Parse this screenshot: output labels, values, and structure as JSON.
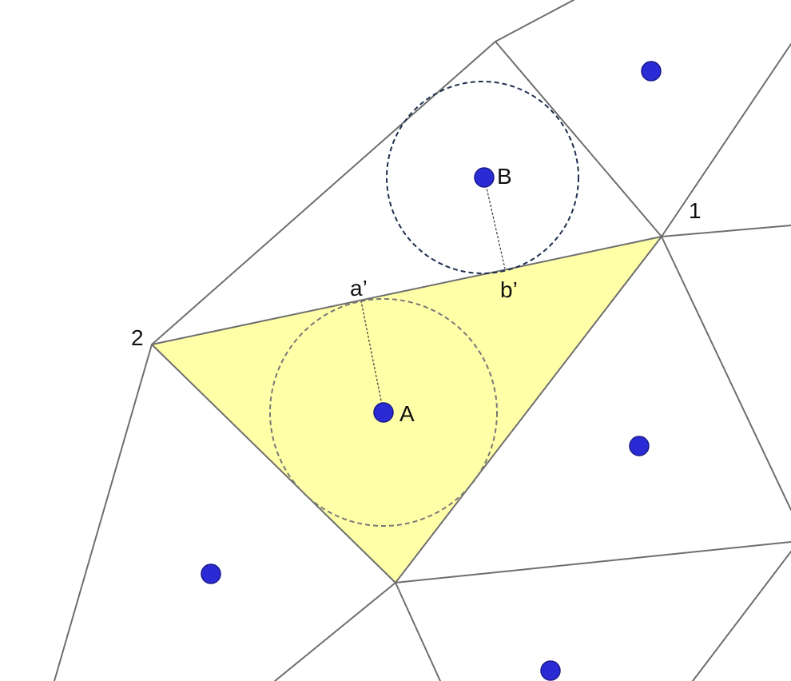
{
  "labels": {
    "vertex_1": "1",
    "vertex_2": "2",
    "point_a": "A",
    "point_b": "B",
    "proj_a": "a’",
    "proj_b": "b’"
  },
  "colors": {
    "highlight_fill": "#ffffa8",
    "site_fill": "#2b2bd6",
    "edge": "#6e6e6e",
    "circle_b": "#1f2f4f",
    "circle_a": "#777777"
  }
}
